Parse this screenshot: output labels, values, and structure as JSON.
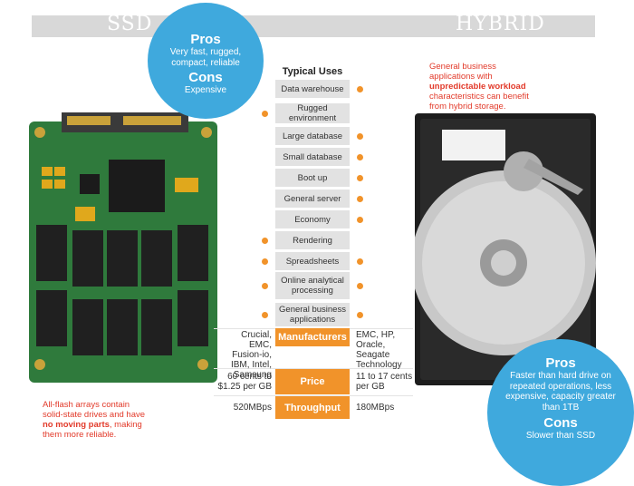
{
  "header": {
    "ssd_label": "SSD",
    "hybrid_label": "HYBRID"
  },
  "ssd_bubble": {
    "pros_title": "Pros",
    "pros_text": "Very fast, rugged, compact, reliable",
    "cons_title": "Cons",
    "cons_text": "Expensive"
  },
  "hybrid_bubble": {
    "pros_title": "Pros",
    "pros_text": "Faster than hard drive on repeated operations, less expensive, capacity greater than 1TB",
    "cons_title": "Cons",
    "cons_text": "Slower than SSD"
  },
  "typical_uses_title": "Typical Uses",
  "uses": [
    {
      "label": "Data warehouse",
      "ssd": false,
      "hybrid": true
    },
    {
      "label": "Rugged environment",
      "ssd": true,
      "hybrid": false
    },
    {
      "label": "Large database",
      "ssd": false,
      "hybrid": true
    },
    {
      "label": "Small database",
      "ssd": false,
      "hybrid": true
    },
    {
      "label": "Boot up",
      "ssd": false,
      "hybrid": true
    },
    {
      "label": "General server",
      "ssd": false,
      "hybrid": true
    },
    {
      "label": "Economy",
      "ssd": false,
      "hybrid": true
    },
    {
      "label": "Rendering",
      "ssd": true,
      "hybrid": false
    },
    {
      "label": "Spreadsheets",
      "ssd": true,
      "hybrid": true
    },
    {
      "label": "Online analytical processing",
      "ssd": true,
      "hybrid": true
    },
    {
      "label": "General business applications",
      "ssd": true,
      "hybrid": true
    }
  ],
  "comparison": {
    "manufacturers": {
      "label": "Manufacturers",
      "ssd": "Crucial, EMC, Fusion-io, IBM, Intel, Samsung",
      "hybrid": "EMC, HP, Oracle, Seagate Technology"
    },
    "price": {
      "label": "Price",
      "ssd": "60 cents to $1.25 per GB",
      "hybrid": "11 to 17 cents per GB"
    },
    "throughput": {
      "label": "Throughput",
      "ssd": "520MBps",
      "hybrid": "180MBps"
    }
  },
  "hybrid_note": {
    "before": "General business applications with ",
    "bold": "unpredictable workload",
    "after": " characteristics can benefit from hybrid storage."
  },
  "ssd_note": {
    "before": "All-flash arrays contain solid-state drives and have ",
    "bold": "no moving parts",
    "after": ", making them more reliable."
  },
  "colors": {
    "accent_orange": "#f1932a",
    "bubble_blue": "#3fa9dd",
    "note_red": "#e23a2a",
    "header_grey": "#d8d8d8"
  }
}
